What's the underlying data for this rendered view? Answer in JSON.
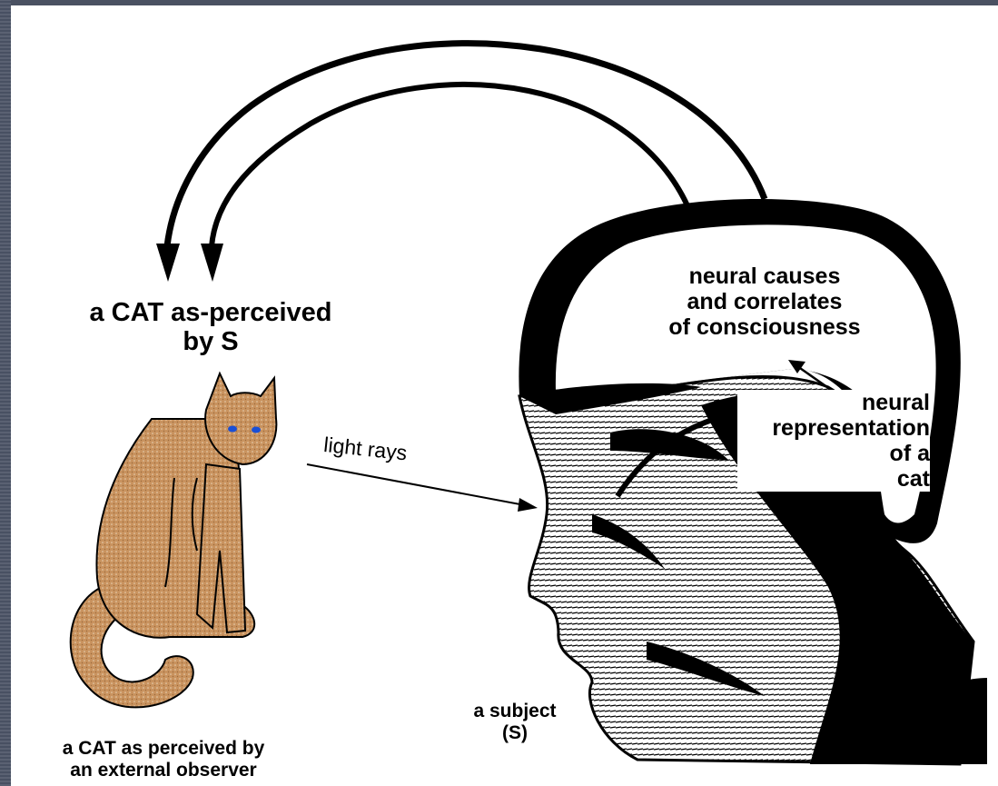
{
  "labels": {
    "cat_as_perceived": "a CAT as-perceived\nby S",
    "light_rays": "light rays",
    "neural_causes": "neural causes\nand correlates\nof consciousness",
    "neural_representation": "neural\nrepresentation\nof a\ncat",
    "subject": "a subject\n(S)",
    "external_observer": "a CAT as perceived by\nan external observer"
  },
  "colors": {
    "background_frame": "#4a5162",
    "cat_fur": "#c9935f",
    "cat_eyes": "#1a4fd6",
    "ink": "#000000"
  }
}
